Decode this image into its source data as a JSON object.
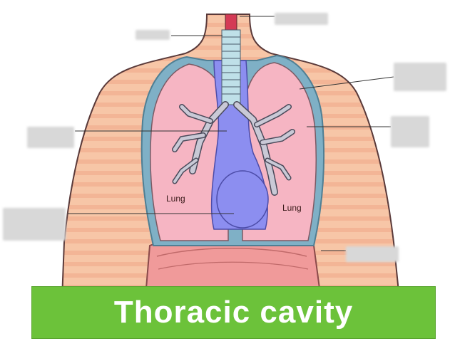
{
  "diagram": {
    "organ_labels": {
      "left_lung": "Lung",
      "right_lung": "Lung"
    },
    "caption": "Thoracic cavity",
    "colors": {
      "skin": "#f7c6a7",
      "skin_stripe": "#f3b596",
      "lung": "#f6b5c3",
      "mediastinum": "#8c8ef0",
      "pleura_outline": "#6f9ab0",
      "diaphragm": "#f09a9a",
      "caption_bg": "#6cc23a",
      "caption_text": "#ffffff"
    }
  }
}
